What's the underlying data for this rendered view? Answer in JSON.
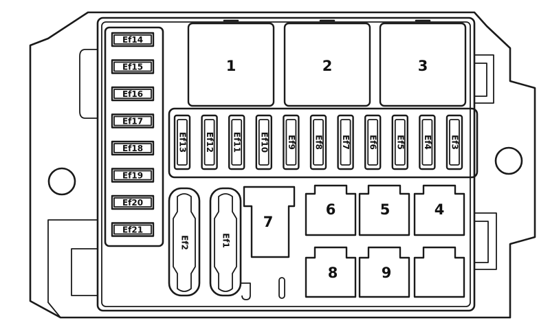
{
  "left_column_fuses": [
    "Ef14",
    "Ef15",
    "Ef16",
    "Ef17",
    "Ef18",
    "Ef19",
    "Ef20",
    "Ef21"
  ],
  "large_relays": [
    "1",
    "2",
    "3"
  ],
  "row_fuses": [
    "Ef13",
    "Ef12",
    "Ef11",
    "Ef10",
    "Ef9",
    "Ef8",
    "Ef7",
    "Ef6",
    "Ef5",
    "Ef4",
    "Ef3"
  ],
  "maxi_fuses": [
    "Ef2",
    "Ef1"
  ],
  "relays": {
    "r4": "4",
    "r5": "5",
    "r6": "6",
    "r7": "7",
    "r8": "8",
    "r9": "9"
  }
}
